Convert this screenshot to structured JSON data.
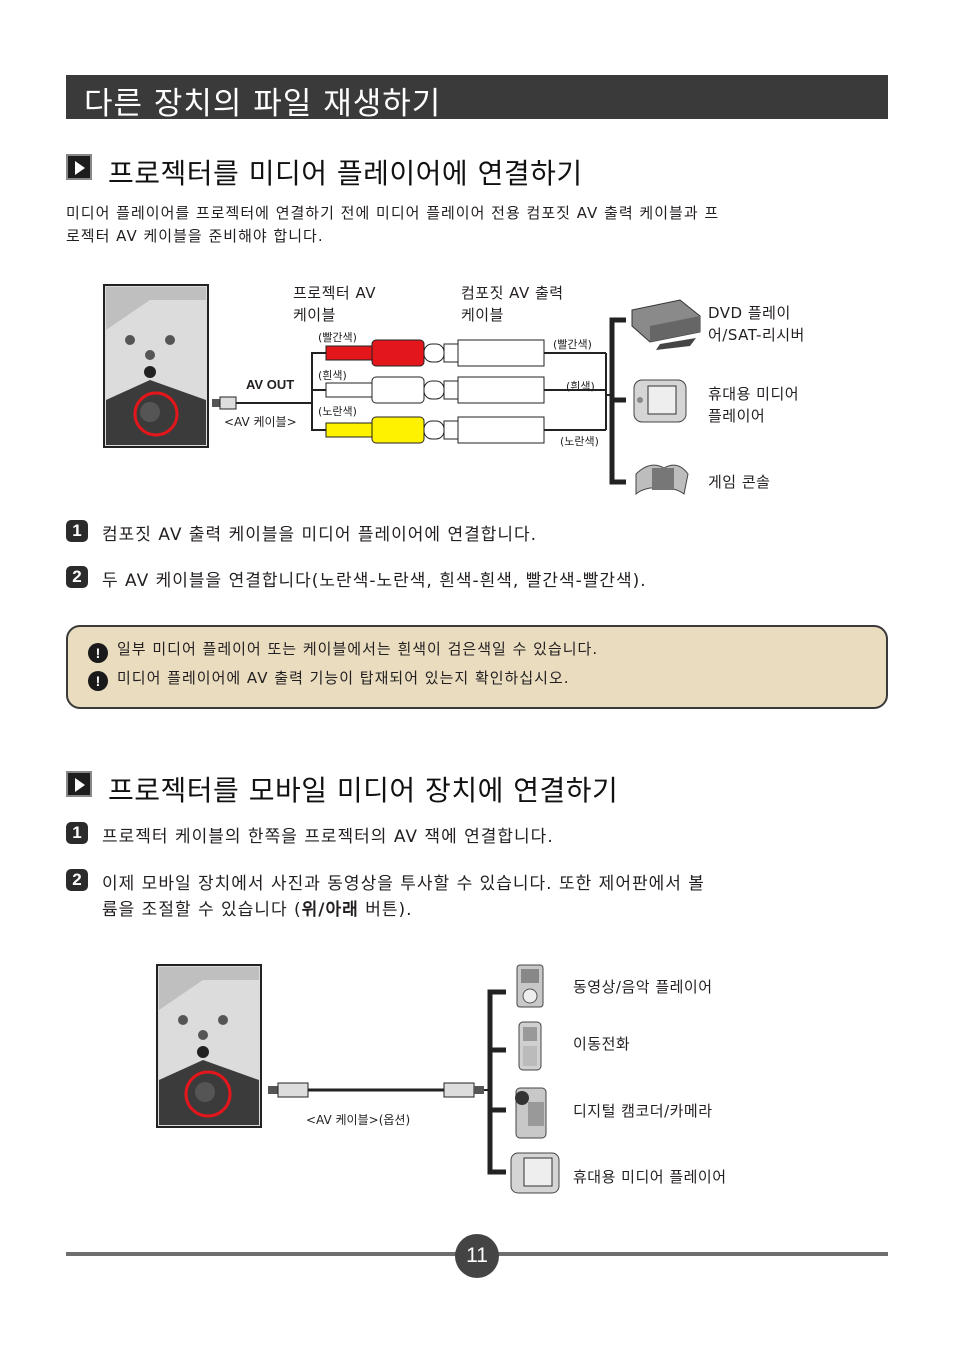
{
  "header": {
    "title": "다른 장치의 파일 재생하기"
  },
  "section1": {
    "title": "프로젝터를 미디어 플레이어에 연결하기",
    "intro_line1": "미디어 플레이어를 프로젝터에 연결하기 전에 미디어 플레이어 전용 컴포짓 AV 출력 케이블과 프",
    "intro_line2": "로젝터 AV 케이블을 준비해야 합니다.",
    "diagram": {
      "av_out": "AV OUT",
      "av_cable": "<AV 케이블>",
      "projector_cable_line1": "프로젝터 AV",
      "projector_cable_line2": "케이블",
      "composite_cable_line1": "컴포짓 AV 출력",
      "composite_cable_line2": "케이블",
      "left_red": "(빨간색)",
      "left_white": "(흰색)",
      "left_yellow": "(노란색)",
      "right_red": "(빨간색)",
      "right_white": "(흰색)",
      "right_yellow": "(노란색)",
      "device1_line1": "DVD 플레이",
      "device1_line2": "어/SAT-리시버",
      "device2_line1": "휴대용 미디어",
      "device2_line2": "플레이어",
      "device3": "게임 콘솔"
    },
    "steps": [
      {
        "num": "1",
        "text": "컴포짓 AV 출력 케이블을 미디어 플레이어에 연결합니다."
      },
      {
        "num": "2",
        "text": "두 AV 케이블을 연결합니다(노란색-노란색, 흰색-흰색, 빨간색-빨간색)."
      }
    ],
    "notes": [
      {
        "icon": "!",
        "text": "일부 미디어 플레이어 또는 케이블에서는 흰색이 검은색일 수 있습니다."
      },
      {
        "icon": "!",
        "text": "미디어 플레이어에 AV 출력 기능이 탑재되어 있는지 확인하십시오."
      }
    ]
  },
  "section2": {
    "title": "프로젝터를 모바일 미디어 장치에 연결하기",
    "step1": {
      "num": "1",
      "text": "프로젝터 케이블의 한쪽을 프로젝터의 AV 잭에 연결합니다."
    },
    "step2": {
      "num": "2",
      "line1": "이제 모바일 장치에서 사진과 동영상을 투사할 수 있습니다. 또한 제어판에서 볼",
      "line2_pre": "륨을 조절할 수 있습니다 (",
      "line2_bold": "위/아래",
      "line2_post": " 버튼)."
    },
    "diagram": {
      "cable": "<AV 케이블>(옵션)",
      "device1": "동영상/음악 플레이어",
      "device2": "이동전화",
      "device3": "디지털 캠코더/카메라",
      "device4": "휴대용 미디어 플레이어"
    }
  },
  "footer": {
    "page": "11"
  },
  "colors": {
    "title_bar": "#3a3a3a",
    "note_bg": "#e9dcbf",
    "plug_red": "#e3161b",
    "plug_yellow": "#fff200",
    "circle_red": "#e3161b"
  }
}
